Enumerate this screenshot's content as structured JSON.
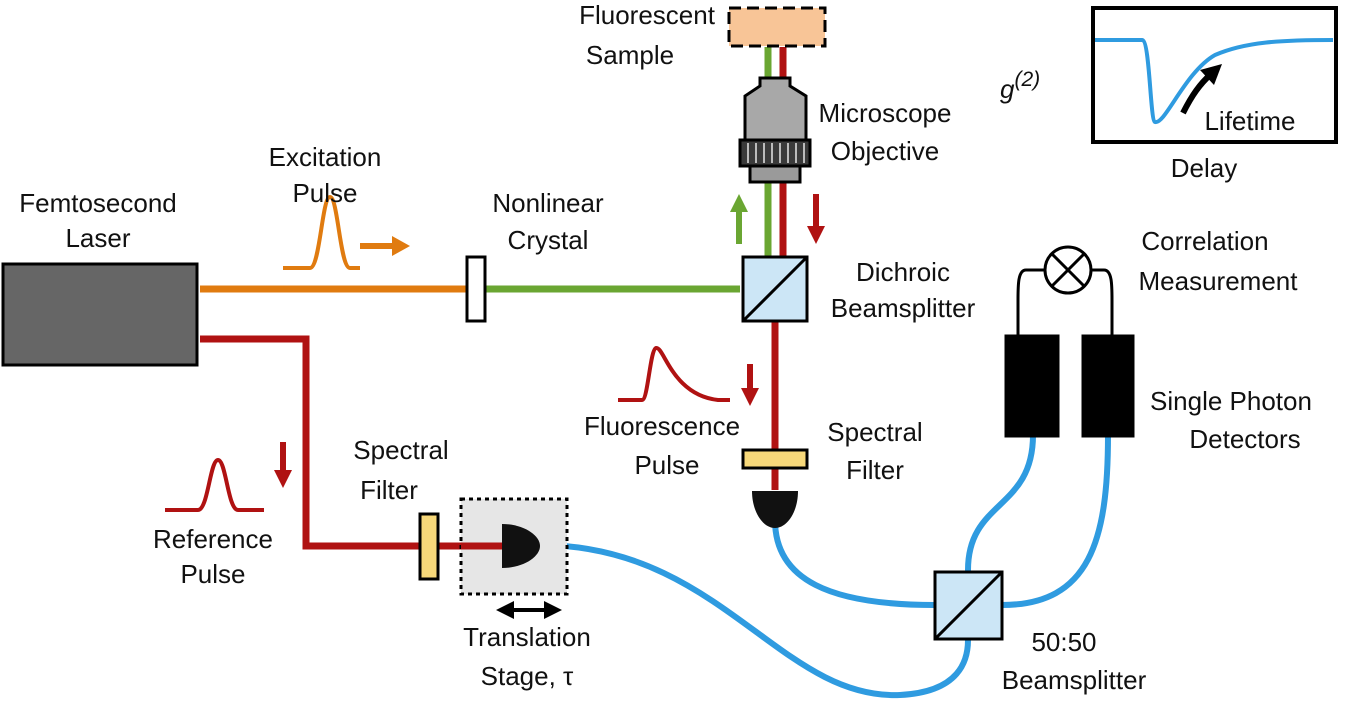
{
  "labels": {
    "laser": [
      "Femtosecond",
      "Laser"
    ],
    "excitation": [
      "Excitation",
      "Pulse"
    ],
    "crystal": [
      "Nonlinear",
      "Crystal"
    ],
    "sample": [
      "Fluorescent",
      "Sample"
    ],
    "objective": [
      "Microscope",
      "Objective"
    ],
    "dichroic": [
      "Dichroic",
      "Beamsplitter"
    ],
    "fluorescence": [
      "Fluorescence",
      "Pulse"
    ],
    "filter_right": [
      "Spectral",
      "Filter"
    ],
    "filter_left": [
      "Spectral",
      "Filter"
    ],
    "reference": [
      "Reference",
      "Pulse"
    ],
    "stage": [
      "Translation",
      "Stage, τ"
    ],
    "correlation": [
      "Correlation",
      "Measurement"
    ],
    "detectors": [
      "Single Photon",
      "Detectors"
    ],
    "bs5050": [
      "50:50",
      "Beamsplitter"
    ]
  },
  "inset": {
    "ylabel_base": "g",
    "ylabel_sup": "(2)",
    "xlabel": "Delay",
    "annotation": "Lifetime"
  },
  "colors": {
    "orange_beam": "#e07b10",
    "green_beam": "#6aa632",
    "red_beam": "#b01212",
    "fiber_blue": "#2f9be0",
    "filter_yellow": "#f7d87a",
    "sample_orange": "#f8c597",
    "laser_gray": "#666666",
    "stage_gray": "#e6e6e6",
    "splitter_blue": "#cce6f6"
  },
  "icons": [
    "laser-box",
    "nonlinear-crystal",
    "microscope-objective",
    "dichroic-cube",
    "spectral-filter",
    "fiber-coupler",
    "translation-stage",
    "bs-5050-cube",
    "single-photon-detector",
    "correlator-symbol"
  ]
}
